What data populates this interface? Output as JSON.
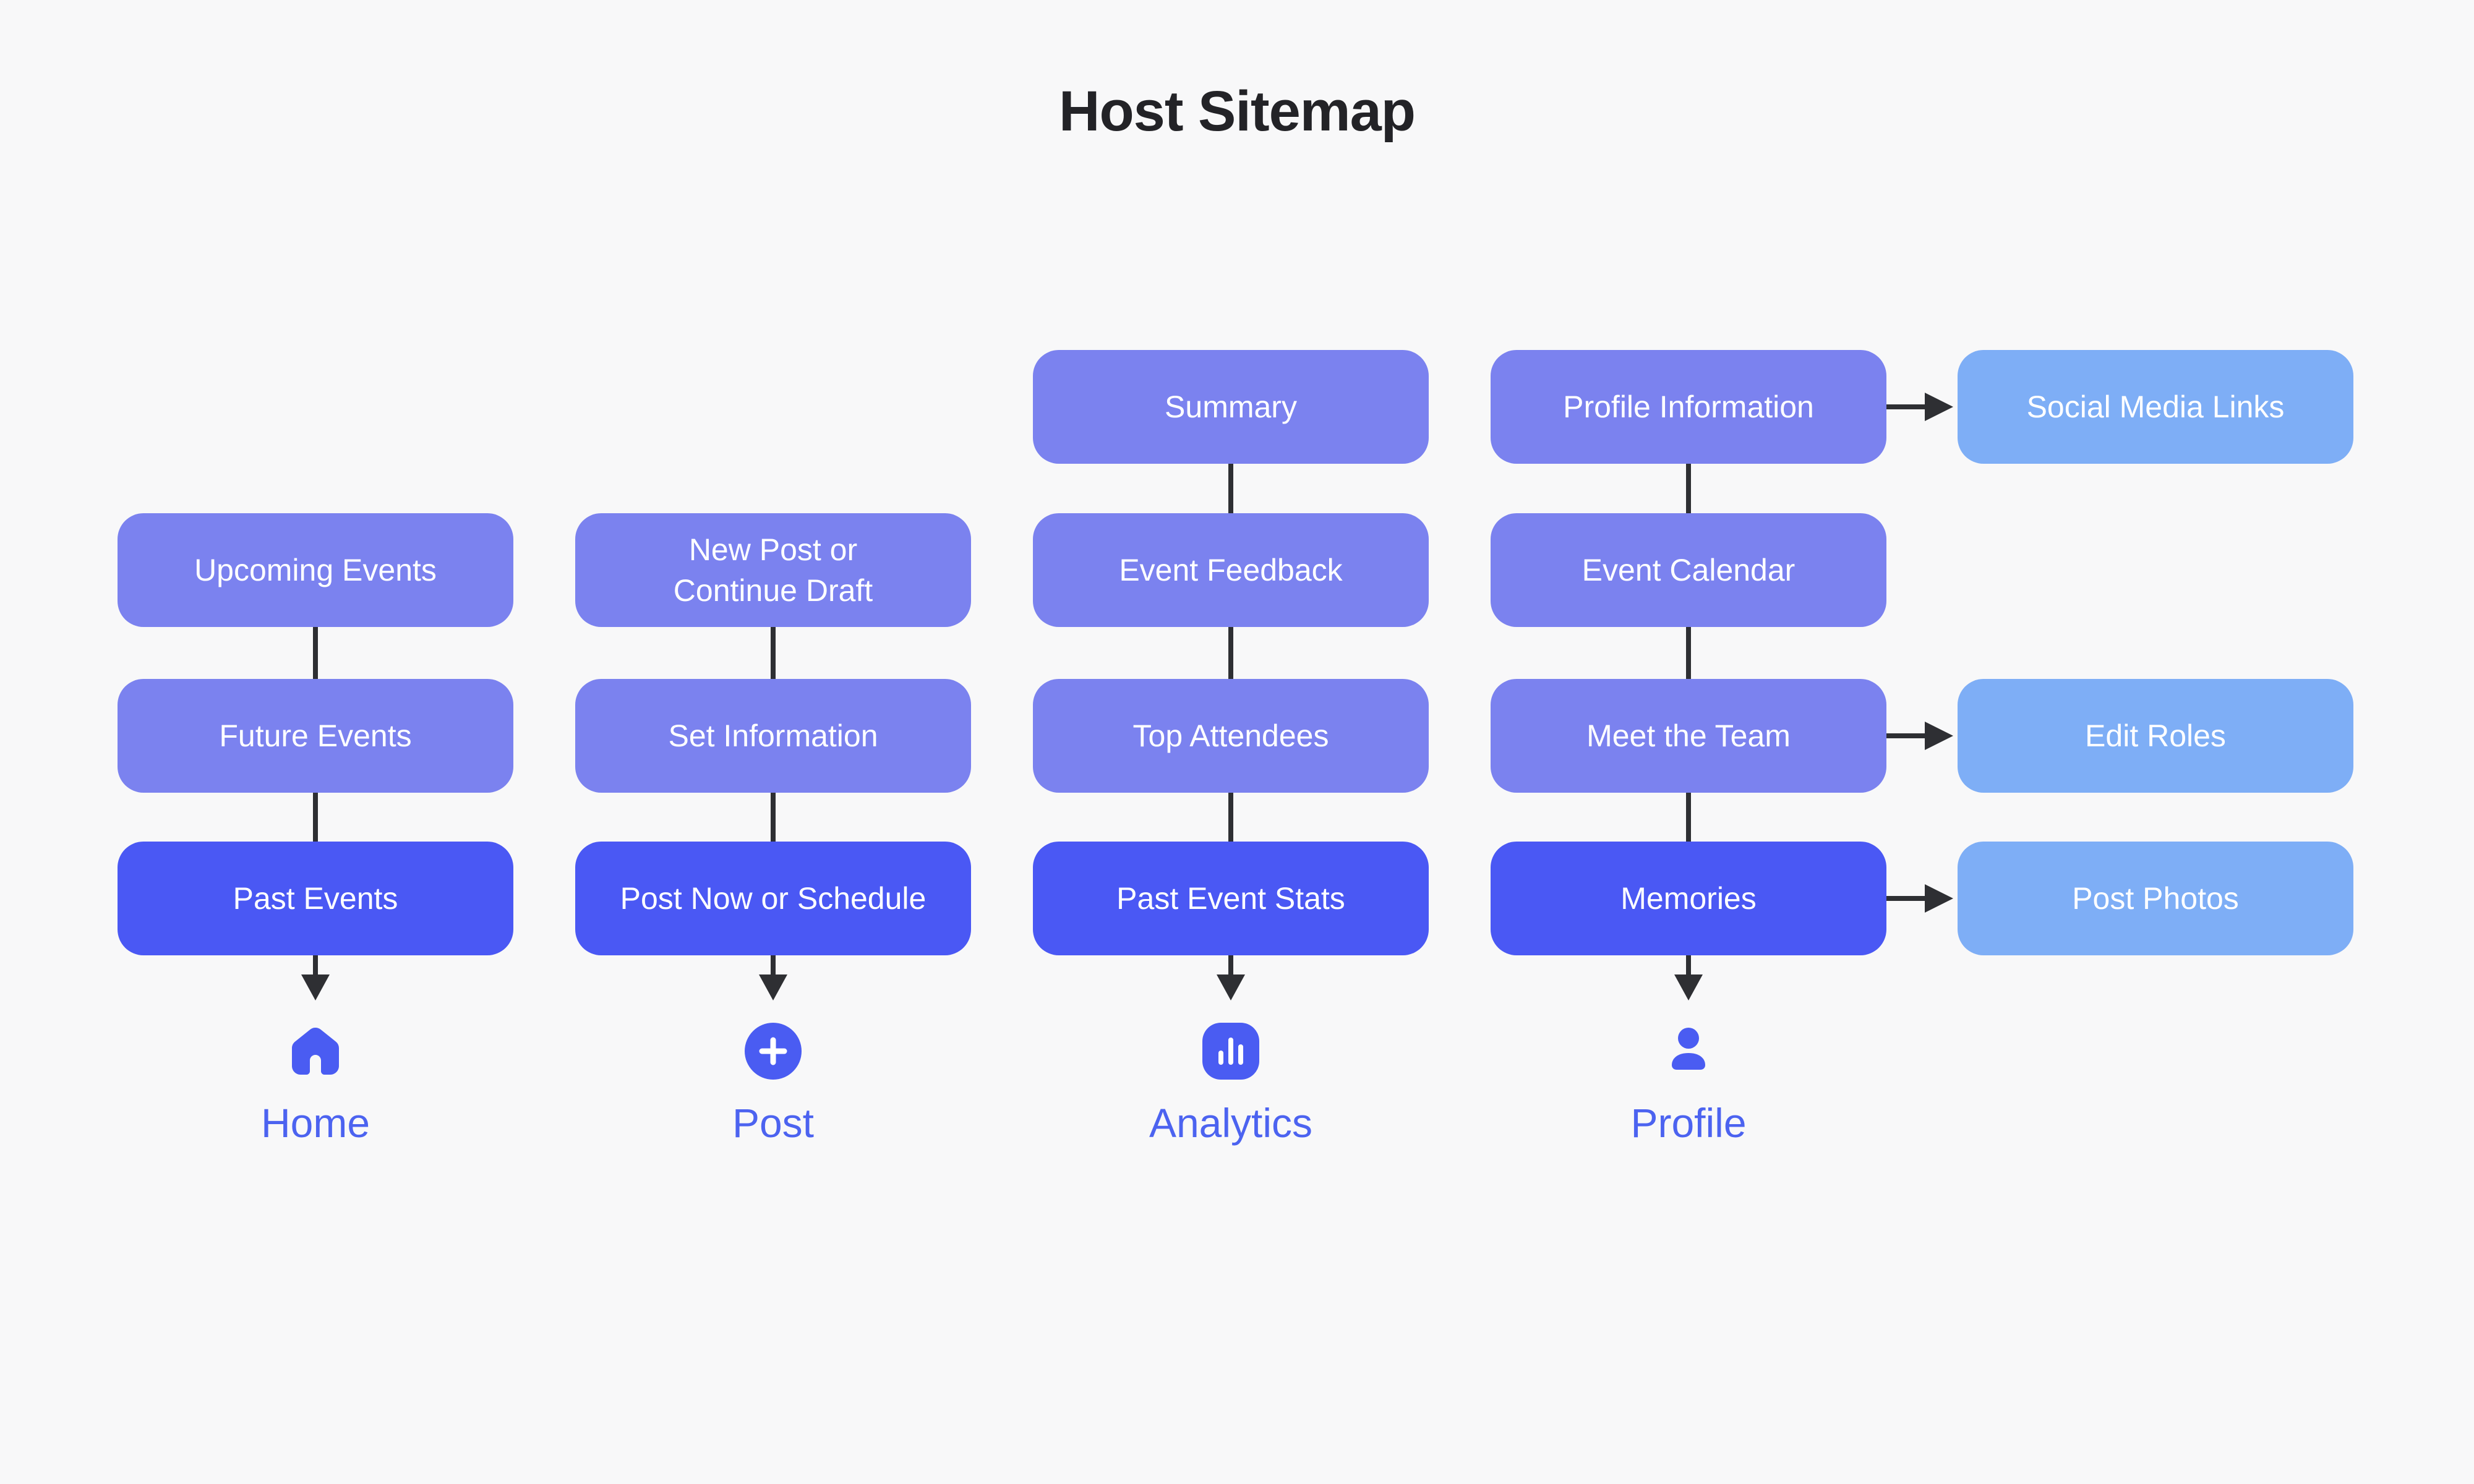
{
  "title": "Host Sitemap",
  "colors": {
    "background": "#F8F8F9",
    "node_mid": "#7B82EF",
    "node_dark": "#4A58F4",
    "node_light": "#7EAEF6",
    "node_text": "#FFFFFF",
    "accent": "#4A5CF2",
    "label_text": "#4C63F0",
    "arrow": "#2E2F33",
    "title_text": "#232327"
  },
  "columns": [
    {
      "label": "Home",
      "icon": "home-icon",
      "boxes": [
        {
          "label": "Upcoming Events"
        },
        {
          "label": "Future Events"
        },
        {
          "label": "Past Events"
        }
      ]
    },
    {
      "label": "Post",
      "icon": "plus-circle-icon",
      "boxes": [
        {
          "label": "New Post or\nContinue Draft"
        },
        {
          "label": "Set Information"
        },
        {
          "label": "Post Now or Schedule"
        }
      ]
    },
    {
      "label": "Analytics",
      "icon": "bar-chart-icon",
      "boxes": [
        {
          "label": "Summary"
        },
        {
          "label": "Event Feedback"
        },
        {
          "label": "Top Attendees"
        },
        {
          "label": "Past Event Stats"
        }
      ]
    },
    {
      "label": "Profile",
      "icon": "person-icon",
      "boxes": [
        {
          "label": "Profile Information"
        },
        {
          "label": "Event Calendar"
        },
        {
          "label": "Meet the Team"
        },
        {
          "label": "Memories"
        }
      ]
    }
  ],
  "side_boxes": [
    {
      "label": "Social Media Links",
      "from": "Profile Information"
    },
    {
      "label": "Edit Roles",
      "from": "Meet the Team"
    },
    {
      "label": "Post Photos",
      "from": "Memories"
    }
  ]
}
